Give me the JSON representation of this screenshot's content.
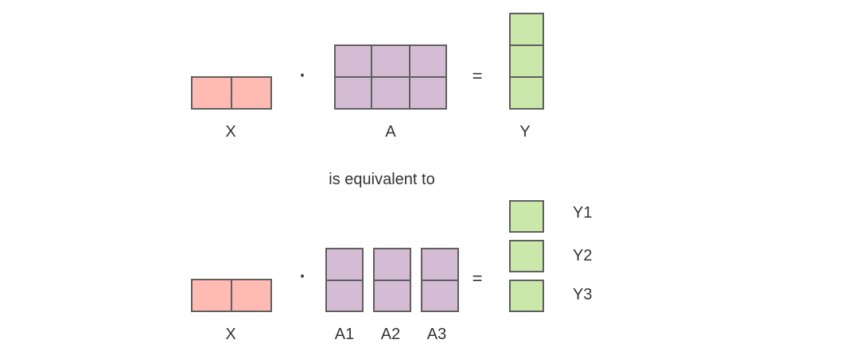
{
  "colors": {
    "x": "#ffbbb3",
    "a": "#d4bdd4",
    "y": "#c9e8aa",
    "border": "#5f5f5f"
  },
  "top": {
    "operator": "·",
    "equals": "=",
    "label_x": "X",
    "label_a": "A",
    "label_y": "Y"
  },
  "middle_text": "is equivalent to",
  "bottom": {
    "operator": "·",
    "equals": "=",
    "label_x": "X",
    "label_a1": "A1",
    "label_a2": "A2",
    "label_a3": "A3",
    "label_y1": "Y1",
    "label_y2": "Y2",
    "label_y3": "Y3"
  }
}
